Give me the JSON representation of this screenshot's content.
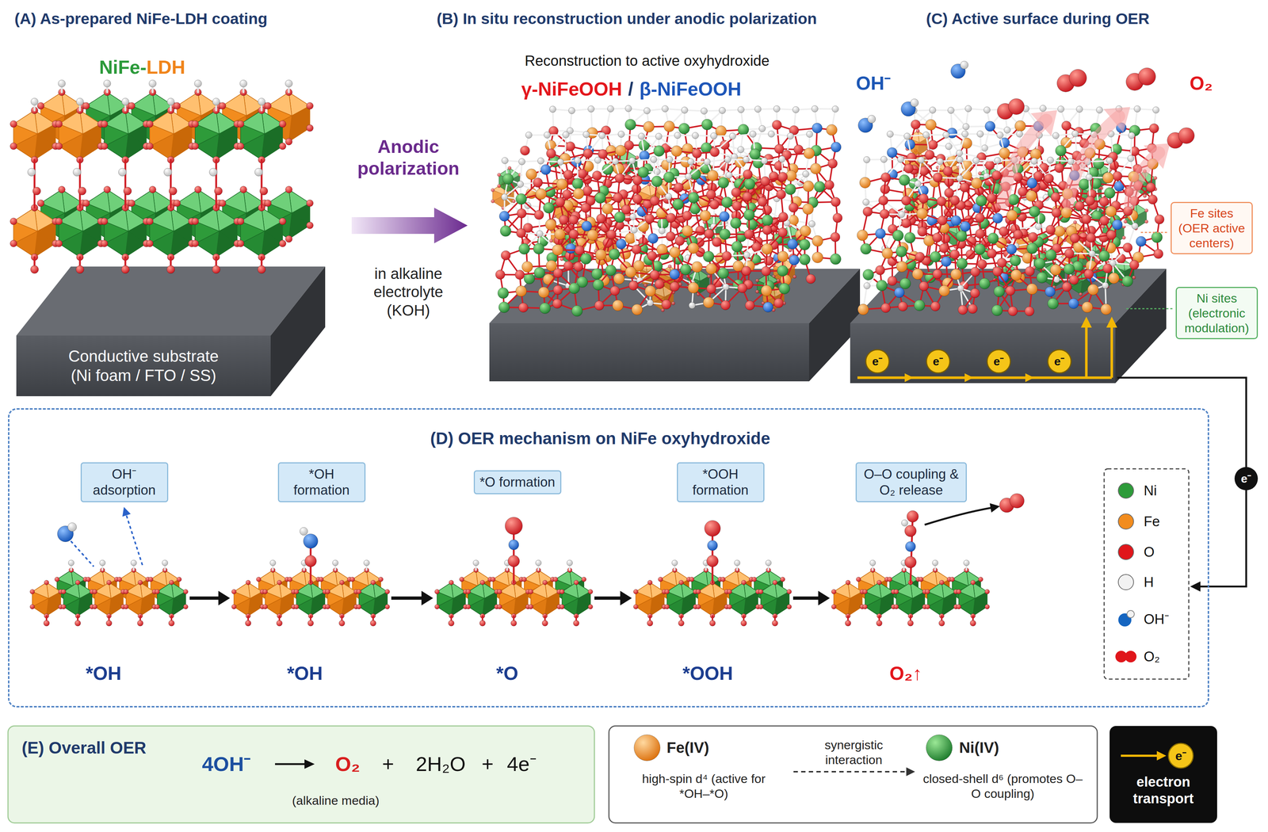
{
  "diagram": {
    "nodes": [
      {
        "text": [
          "Conductive substrate (Ni foam / FTO / SS)"
        ]
      },
      {
        "text": [
          "Fe sites (OER active centers)"
        ]
      },
      {
        "text": [
          "Ni sites (electronic modulation)"
        ]
      },
      {
        "text": [
          "(D) OER mechanism on NiFe oxyhydroxide"
        ]
      },
      {
        "text": [
          "OH⁻ adsorption"
        ],
        "in": 3
      },
      {
        "text": [
          "*OH formation"
        ],
        "in": 3
      },
      {
        "text": [
          "*O formation"
        ],
        "in": 3
      },
      {
        "text": [
          "*OOH formation"
        ],
        "in": 3
      },
      {
        "text": [
          "O–O coupling & O₂ release"
        ],
        "in": 3
      },
      {
        "text": [
          "(E) Overall OER",
          "4OH⁻",
          "O₂",
          "+",
          "2H₂O",
          "+",
          "4e⁻",
          "(alkaline media)"
        ]
      },
      {
        "text": [
          "Fe(IV)",
          "high-spin d⁴ (active for *OH–*O)"
        ]
      },
      {
        "text": [
          "Ni(IV)",
          "closed-shell d⁶ (promotes O–O coupling)"
        ]
      },
      {
        "text": [
          "e⁻",
          "electron transport"
        ]
      }
    ],
    "edges": [
      {
        "from": 10,
        "to": 11,
        "arrow": "to",
        "label": "synergistic interaction"
      }
    ],
    "labels": [
      "(A) As-prepared NiFe-LDH coating",
      "NiFe-",
      "LDH",
      "Anodic polarization",
      "in alkaline electrolyte (KOH)",
      "(B) In situ reconstruction under anodic polarization",
      "Reconstruction to active oxyhydroxide",
      "γ-NiFeOOH",
      "/",
      "β-NiFeOOH",
      "(C) Active surface during OER",
      "OH⁻",
      "O₂",
      "e⁻",
      "e⁻",
      "e⁻",
      "e⁻",
      "e⁻",
      "*OH",
      "*OH",
      "*O",
      "*OOH",
      "O₂↑"
    ],
    "legend": [
      {
        "text": "Ni",
        "color": "#2e9b3a"
      },
      {
        "text": "Fe",
        "color": "#f28c1e"
      },
      {
        "text": "O",
        "color": "#e0161b"
      },
      {
        "text": "H",
        "color": "#f2f2f2"
      },
      {
        "text": "OH⁻"
      },
      {
        "text": "O₂"
      }
    ]
  }
}
